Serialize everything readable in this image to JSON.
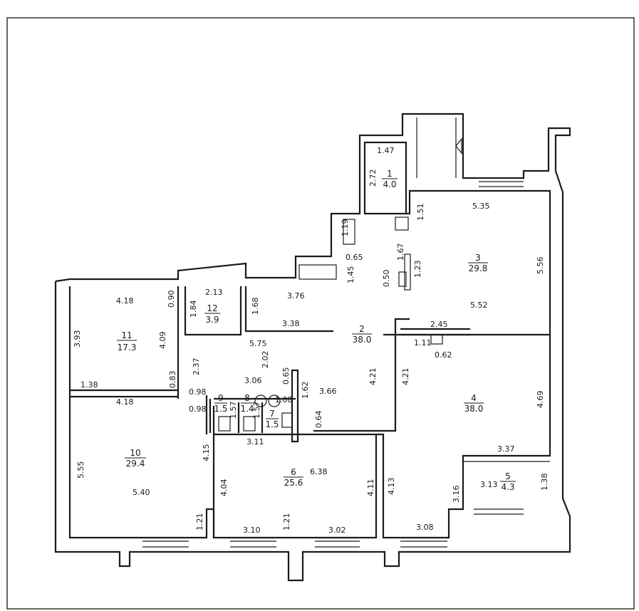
{
  "rooms": [
    {
      "number": "1",
      "area": "4.0"
    },
    {
      "number": "2",
      "area": "38.0"
    },
    {
      "number": "3",
      "area": "29.8"
    },
    {
      "number": "4",
      "area": "38.0"
    },
    {
      "number": "5",
      "area": "4.3"
    },
    {
      "number": "6",
      "area": "25.6"
    },
    {
      "number": "7",
      "area": "1.5"
    },
    {
      "number": "8",
      "area": "1.4"
    },
    {
      "number": "9",
      "area": "1.5"
    },
    {
      "number": "10",
      "area": "29.4"
    },
    {
      "number": "11",
      "area": "17.3"
    },
    {
      "number": "12",
      "area": "3.9"
    }
  ],
  "dims": [
    "1.47",
    "2.72",
    "5.35",
    "1.51",
    "1.19",
    "0.65",
    "1.45",
    "1.67",
    "1.23",
    "0.50",
    "5.56",
    "5.52",
    "2.45",
    "1.11",
    "0.62",
    "4.18",
    "0.90",
    "2.13",
    "1.84",
    "3.76",
    "1.68",
    "3.38",
    "3.93",
    "4.09",
    "5.75",
    "2.37",
    "2.02",
    "0.83",
    "1.38",
    "4.18",
    "0.98",
    "0.98",
    "3.06",
    "0.65",
    "1.57",
    "1.57",
    "1.08",
    "1.62",
    "0.64",
    "3.66",
    "4.21",
    "4.21",
    "4.69",
    "3.11",
    "4.15",
    "5.55",
    "5.40",
    "4.04",
    "6.38",
    "4.11",
    "4.13",
    "3.37",
    "3.13",
    "1.38",
    "3.16",
    "1.21",
    "3.10",
    "1.21",
    "3.02",
    "3.08"
  ]
}
